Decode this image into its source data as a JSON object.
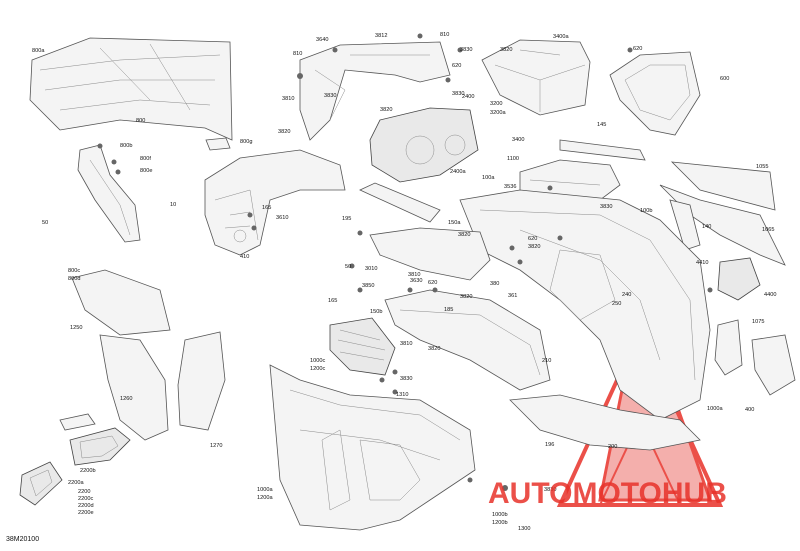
{
  "figure_id": "38M20100",
  "watermark": {
    "text": "AUTOMOTOHUB",
    "accent": "#e8322a",
    "dark": "#3b3b3b"
  },
  "callouts": [
    "3640",
    "3812",
    "810",
    "3400a",
    "620",
    "810",
    "3830",
    "3820",
    "800a",
    "3830",
    "620",
    "3810",
    "3820",
    "600",
    "3830",
    "2400",
    "800",
    "3200",
    "3200a",
    "3820",
    "3400",
    "145",
    "800b",
    "800g",
    "800f",
    "800e",
    "1100",
    "2400a",
    "1055",
    "3536",
    "100a",
    "3830",
    "10",
    "165",
    "3610",
    "195",
    "100b",
    "50",
    "140",
    "150a",
    "3820",
    "1065",
    "410",
    "620",
    "50",
    "3810",
    "3820",
    "4410",
    "3010",
    "3850",
    "3630",
    "620",
    "4400",
    "3820",
    "380",
    "361",
    "240",
    "1250",
    "165",
    "150b",
    "185",
    "1075",
    "3810",
    "3820",
    "1000c",
    "1200c",
    "3830",
    "210",
    "1260",
    "1310",
    "400",
    "1000a",
    "1270",
    "196",
    "200",
    "2200b",
    "2200a",
    "3830",
    "1000b",
    "1200b",
    "2200",
    "2200c",
    "2200d",
    "2200e",
    "1300",
    "800c",
    "800d",
    "1000a",
    "1200a",
    "250"
  ]
}
